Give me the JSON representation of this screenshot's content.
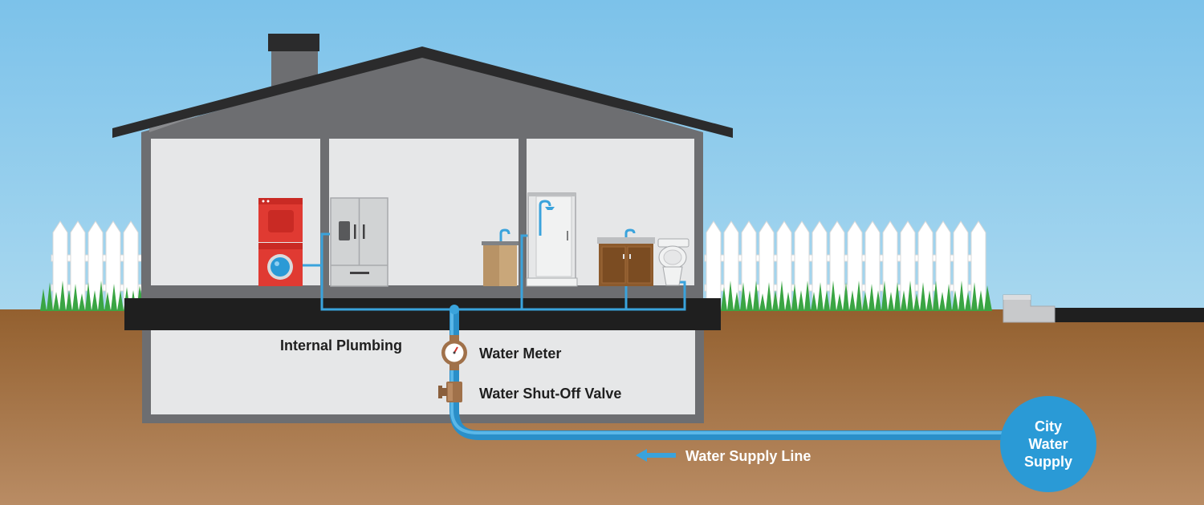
{
  "labels": {
    "internal_plumbing": "Internal Plumbing",
    "water_meter": "Water Meter",
    "shut_off_valve": "Water Shut-Off Valve",
    "supply_line": "Water Supply Line",
    "city_supply": [
      "City",
      "Water",
      "Supply"
    ]
  },
  "colors": {
    "sky": "#8fcbe9",
    "ground": "#a8754d",
    "pipe": "#3aa3dc",
    "house_wall": "#6d6e71",
    "roof": "#3d3d3f",
    "floor_slab": "#1f1f1f",
    "room": "#e6e7e8",
    "city_circle": "#2a9ad6",
    "brass": "#a0714a"
  },
  "icons": [
    "washer-dryer-icon",
    "refrigerator-icon",
    "kitchen-sink-icon",
    "shower-icon",
    "bathroom-vanity-icon",
    "toilet-icon",
    "water-meter-icon",
    "shut-off-valve-icon",
    "arrow-left-icon"
  ]
}
